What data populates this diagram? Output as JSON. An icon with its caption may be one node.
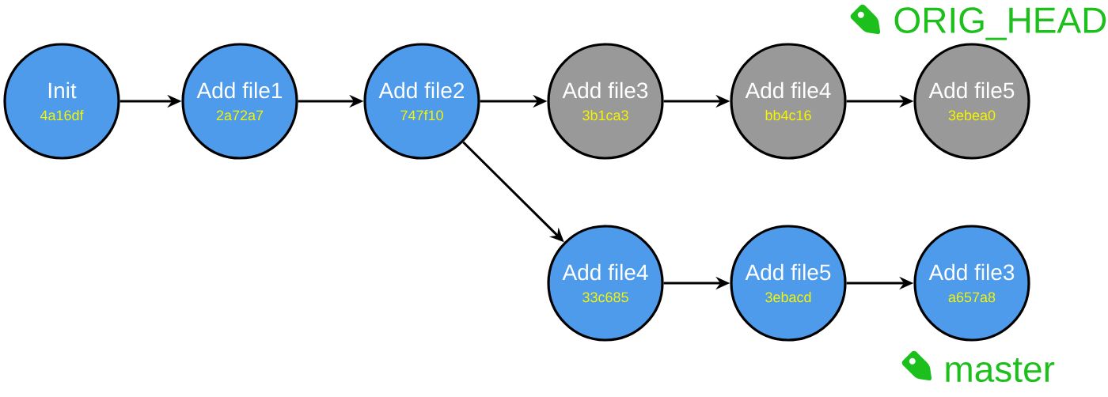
{
  "diagram": {
    "nodes": [
      {
        "text": [
          "Init",
          "4a16df"
        ]
      },
      {
        "text": [
          "Add file1",
          "2a72a7"
        ]
      },
      {
        "text": [
          "Add file2",
          "747f10"
        ]
      },
      {
        "text": [
          "Add file3",
          "3b1ca3"
        ]
      },
      {
        "text": [
          "Add file4",
          "bb4c16"
        ]
      },
      {
        "text": [
          "Add file5",
          "3ebea0"
        ]
      },
      {
        "text": [
          "Add file4",
          "33c685"
        ]
      },
      {
        "text": [
          "Add file5",
          "3ebacd"
        ]
      },
      {
        "text": [
          "Add file3",
          "a657a8"
        ]
      }
    ],
    "edges": [
      {
        "from": 0,
        "to": 1,
        "arrow": "to"
      },
      {
        "from": 1,
        "to": 2,
        "arrow": "to"
      },
      {
        "from": 2,
        "to": 3,
        "arrow": "to"
      },
      {
        "from": 3,
        "to": 4,
        "arrow": "to"
      },
      {
        "from": 4,
        "to": 5,
        "arrow": "to"
      },
      {
        "from": 2,
        "to": 6,
        "arrow": "to"
      },
      {
        "from": 6,
        "to": 7,
        "arrow": "to"
      },
      {
        "from": 7,
        "to": 8,
        "arrow": "to"
      }
    ],
    "labels": [
      "ORIG_HEAD",
      "master"
    ]
  }
}
